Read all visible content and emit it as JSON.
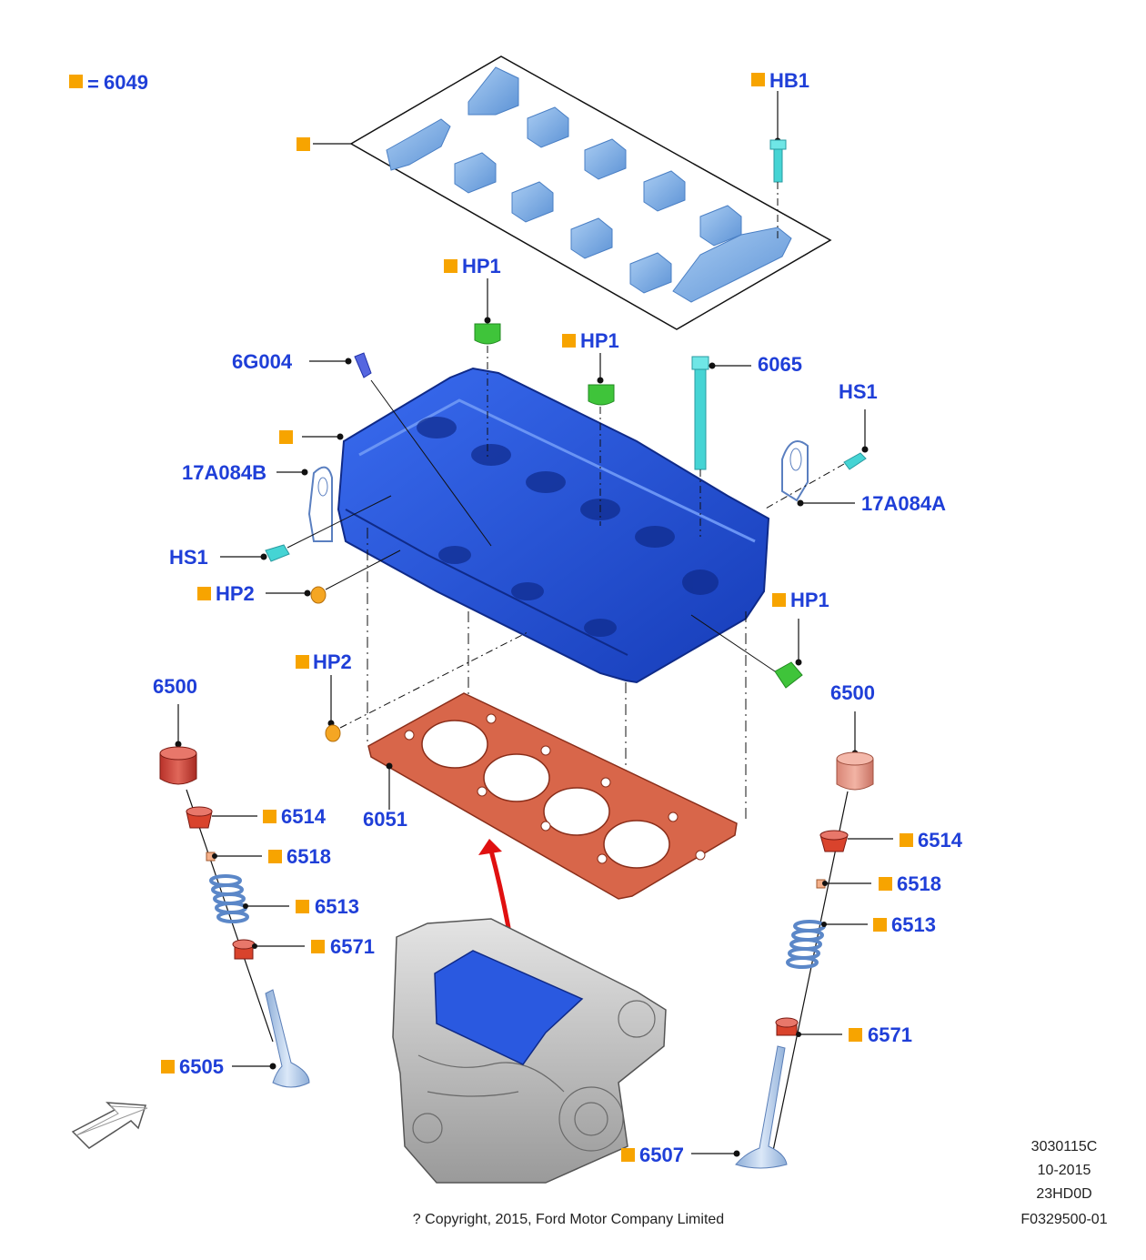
{
  "legend": {
    "symbol_color": "#f7a400",
    "equals": "=",
    "code": "6049"
  },
  "labels": {
    "hb1": "HB1",
    "hp1_top": "HP1",
    "hp1_mid": "HP1",
    "hp1_right": "HP1",
    "g6g004": "6G004",
    "p6065": "6065",
    "hs1_right": "HS1",
    "hs1_left": "HS1",
    "a17084b": "17A084B",
    "a17084a": "17A084A",
    "hp2_upper": "HP2",
    "hp2_lower": "HP2",
    "p6500_left": "6500",
    "p6500_right": "6500",
    "p6051": "6051",
    "p6514_left": "6514",
    "p6514_right": "6514",
    "p6518_left": "6518",
    "p6518_right": "6518",
    "p6513_left": "6513",
    "p6513_right": "6513",
    "p6571_left": "6571",
    "p6571_right": "6571",
    "p6505": "6505",
    "p6507": "6507"
  },
  "meta": {
    "code1": "3030115C",
    "date": "10-2015",
    "code2": "23HD0D",
    "code3": "F0329500-01",
    "copyright": "? Copyright, 2015, Ford Motor Company Limited"
  },
  "colors": {
    "label_blue": "#1f3fd8",
    "head_blue": "#1f4fd8",
    "cap_blue": "#7fb2e8",
    "plug_green": "#3fc43a",
    "bolt_cyan": "#45d4d4",
    "gasket_red": "#d8664a",
    "seal_red": "#d9432c",
    "spring_blue": "#8ab0e0",
    "arrow_red": "#e01010"
  }
}
